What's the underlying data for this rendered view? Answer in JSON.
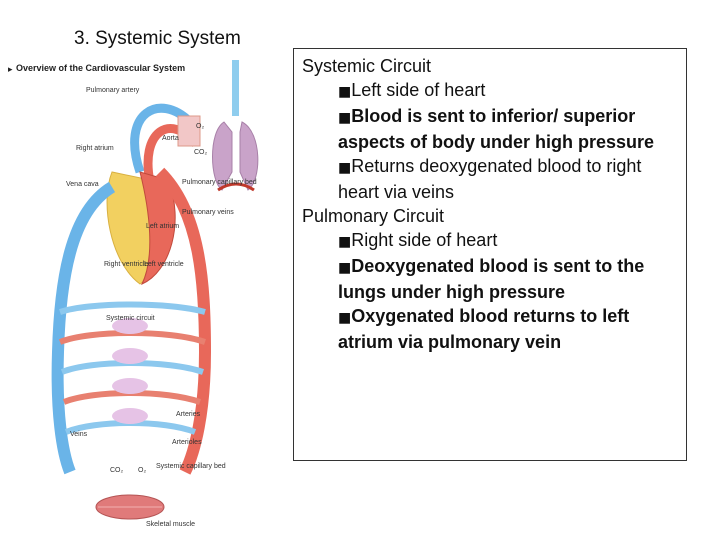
{
  "slide": {
    "title": "3. Systemic System"
  },
  "diagram": {
    "header": "Overview of the Cardiovascular System",
    "labels": {
      "pulmonary_artery": "Pulmonary artery",
      "right_atrium": "Right atrium",
      "vena_cava": "Vena cava",
      "aorta": "Aorta",
      "o2": "O₂",
      "co2": "CO₂",
      "pulmonary_capillary_bed": "Pulmonary capillary bed",
      "pulmonary_veins": "Pulmonary veins",
      "left_atrium": "Left atrium",
      "right_ventricle": "Right ventricle",
      "left_ventricle": "Left ventricle",
      "systemic_circuit": "Systemic circuit",
      "arteries": "Arteries",
      "veins": "Veins",
      "arterioles": "Arterioles",
      "systemic_capillary_bed": "Systemic capillary bed",
      "skeletal_muscle": "Skeletal muscle",
      "co2_bottom": "CO₂",
      "o2_bottom": "O₂"
    }
  },
  "textbox": {
    "systemic_heading": "Systemic Circuit",
    "bullet_glyph": "■",
    "systemic_items": [
      "Left side of heart",
      "Blood is sent to inferior/ superior aspects of body under high pressure",
      "Returns deoxygenated blood to right heart via veins"
    ],
    "pulmonary_heading": "Pulmonary Circuit",
    "pulmonary_items": [
      "Right side of heart",
      "Deoxygenated blood is sent to the lungs under high pressure",
      "Oxygenated blood returns to left atrium via pulmonary vein"
    ]
  },
  "colors": {
    "arterial": "#e8685a",
    "venous": "#6ab4e8",
    "lung": "#c8a0c8",
    "heart": "#f2d060"
  }
}
